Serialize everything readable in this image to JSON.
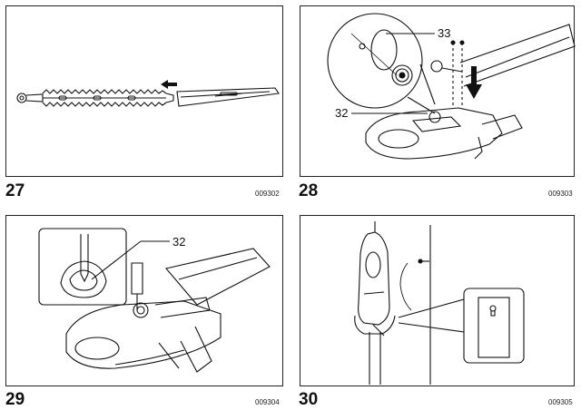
{
  "figures": [
    {
      "number": "27",
      "code": "009302",
      "callouts": []
    },
    {
      "number": "28",
      "code": "009303",
      "callouts": [
        "33",
        "32"
      ]
    },
    {
      "number": "29",
      "code": "009304",
      "callouts": [
        "32"
      ]
    },
    {
      "number": "30",
      "code": "009305",
      "callouts": []
    }
  ]
}
